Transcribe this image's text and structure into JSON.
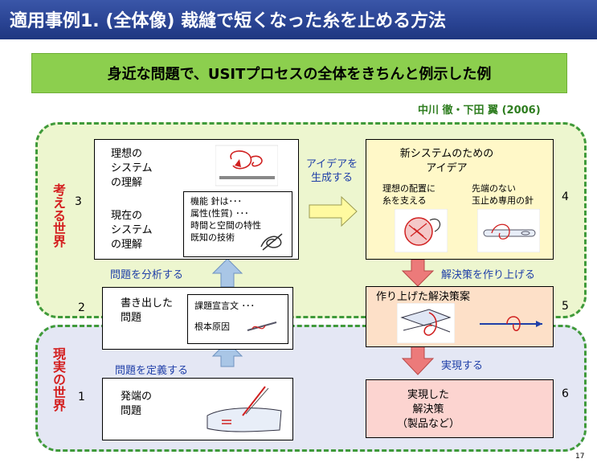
{
  "header": {
    "title": "適用事例1. (全体像) 裁縫で短くなった糸を止める方法"
  },
  "subtitle": "身近な問題で、USITプロセスの全体をきちんと例示した例",
  "credit": "中川 徹・下田 翼 (2006)",
  "regions": {
    "think": {
      "label": "考える世界"
    },
    "real": {
      "label": "現実の世界"
    }
  },
  "nodes": {
    "n1": {
      "num": "1",
      "text": "発端の\n問題"
    },
    "n2": {
      "num": "2",
      "text": "書き出した\n問題",
      "inner_1": "課題宣言文  ･･･",
      "inner_2": "根本原因"
    },
    "n3": {
      "num": "3",
      "ideal": "理想の\nシステム\nの理解",
      "current": "現在の\nシステム\nの理解",
      "inner_1": "機能    針は･･･",
      "inner_2": "属性(性質)  ･･･",
      "inner_3": "時間と空間の特性",
      "inner_4": "既知の技術"
    },
    "n4": {
      "num": "4",
      "title": "新システムのための\nアイデア",
      "sub_left": "理想の配置に\n糸を支える",
      "sub_right": "先端のない\n玉止め専用の針"
    },
    "n5": {
      "num": "5",
      "text": "作り上げた解決策案"
    },
    "n6": {
      "num": "6",
      "text": "実現した\n解決策\n（製品など）"
    }
  },
  "edges": {
    "define": "問題を定義する",
    "analyze": "問題を分析する",
    "generate": "アイデアを\n生成する",
    "build": "解決策を作り上げる",
    "realize": "実現する"
  },
  "page_number": "17",
  "colors": {
    "title_bg": "#2a4494",
    "subtitle_bg": "#8ccf4e",
    "credit": "#2e7d1f",
    "region_border": "#3f9a3a",
    "think_bg": "#edf6cf",
    "real_bg": "#e4e7f4",
    "region_label": "#d42020",
    "edge_label": "#1f3fa8",
    "node4_bg": "#fff8c8",
    "node5_bg": "#fde0c8",
    "node6_bg": "#fcd4d0",
    "up_arrow": "#a9c6e6",
    "down_arrow": "#ec7a7a",
    "right_arrow": "#fffaa0"
  }
}
